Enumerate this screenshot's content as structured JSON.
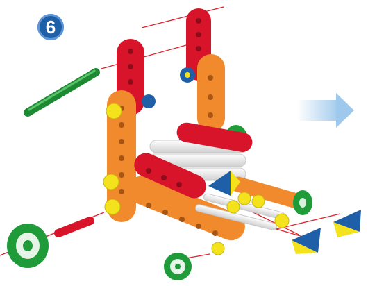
{
  "step": {
    "number": "6"
  },
  "colors": {
    "red": "#d8142a",
    "orange": "#f08a2c",
    "green": "#1f9b3a",
    "yellow": "#f4e21c",
    "blue": "#1f5fa8",
    "white": "#f6f6f6",
    "guide_line": "#e0202a",
    "arrow": "#b9d8f1"
  },
  "parts": {
    "axle_rod": "green-axle-rod",
    "upright_beams": "red-upright-beams",
    "frame_beams": "orange-frame-beams",
    "cross_rods": "white-cross-rods",
    "nuts": "yellow-nuts",
    "caps": "blue-caps",
    "wheels": "green-wheels",
    "wedges": "blue-yellow-wedges",
    "next_arrow": "next-step-arrow"
  }
}
